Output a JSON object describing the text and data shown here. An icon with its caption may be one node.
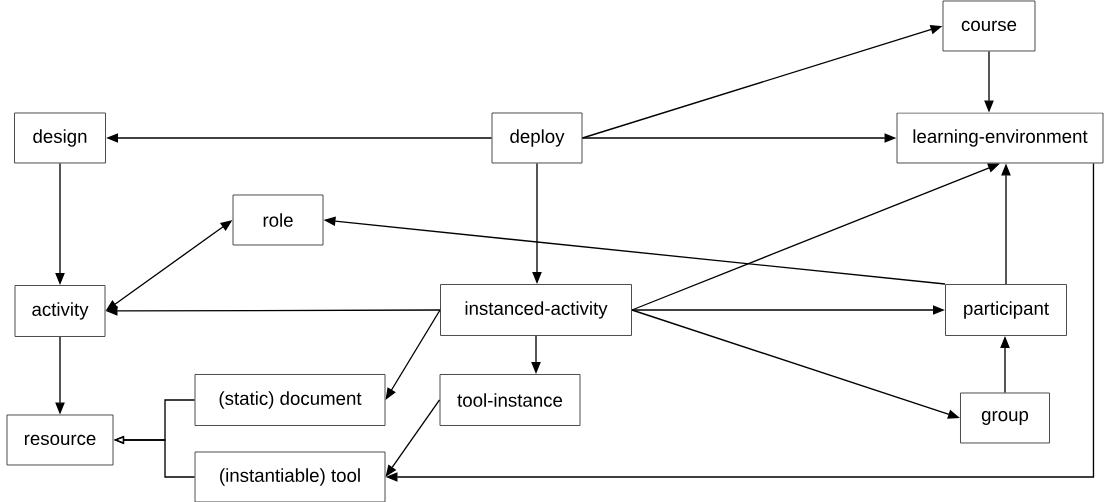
{
  "diagram": {
    "nodes": [
      {
        "text": [
          "course"
        ]
      },
      {
        "text": [
          "design"
        ]
      },
      {
        "text": [
          "deploy"
        ]
      },
      {
        "text": [
          "learning-environment"
        ]
      },
      {
        "text": [
          "role"
        ]
      },
      {
        "text": [
          "activity"
        ]
      },
      {
        "text": [
          "instanced-activity"
        ]
      },
      {
        "text": [
          "participant"
        ]
      },
      {
        "text": [
          "(static) document"
        ]
      },
      {
        "text": [
          "tool-instance"
        ]
      },
      {
        "text": [
          "group"
        ]
      },
      {
        "text": [
          "resource"
        ]
      },
      {
        "text": [
          "(instantiable) tool"
        ]
      }
    ],
    "edges": [
      {
        "from": 2,
        "to": 0,
        "arrow": "to"
      },
      {
        "from": 2,
        "to": 1,
        "arrow": "to"
      },
      {
        "from": 2,
        "to": 3,
        "arrow": "to"
      },
      {
        "from": 0,
        "to": 3,
        "arrow": "to"
      },
      {
        "from": 1,
        "to": 5,
        "arrow": "to"
      },
      {
        "from": 2,
        "to": 6,
        "arrow": "to"
      },
      {
        "from": 7,
        "to": 4,
        "arrow": "to"
      },
      {
        "from": 7,
        "to": 3,
        "arrow": "to"
      },
      {
        "from": 6,
        "to": 3,
        "arrow": "to"
      },
      {
        "from": 5,
        "to": 4,
        "arrow": "both"
      },
      {
        "from": 6,
        "to": 5,
        "arrow": "to"
      },
      {
        "from": 6,
        "to": 7,
        "arrow": "to"
      },
      {
        "from": 6,
        "to": 10,
        "arrow": "to"
      },
      {
        "from": 10,
        "to": 7,
        "arrow": "to"
      },
      {
        "from": 5,
        "to": 11,
        "arrow": "to"
      },
      {
        "from": 6,
        "to": 8,
        "arrow": "to"
      },
      {
        "from": 6,
        "to": 9,
        "arrow": "to"
      },
      {
        "from": 9,
        "to": 12,
        "arrow": "to"
      },
      {
        "from": 3,
        "to": 12,
        "arrow": "to"
      },
      {
        "from": 8,
        "to": 11,
        "arrow": "to"
      },
      {
        "from": 12,
        "to": 11,
        "arrow": "to"
      }
    ]
  }
}
